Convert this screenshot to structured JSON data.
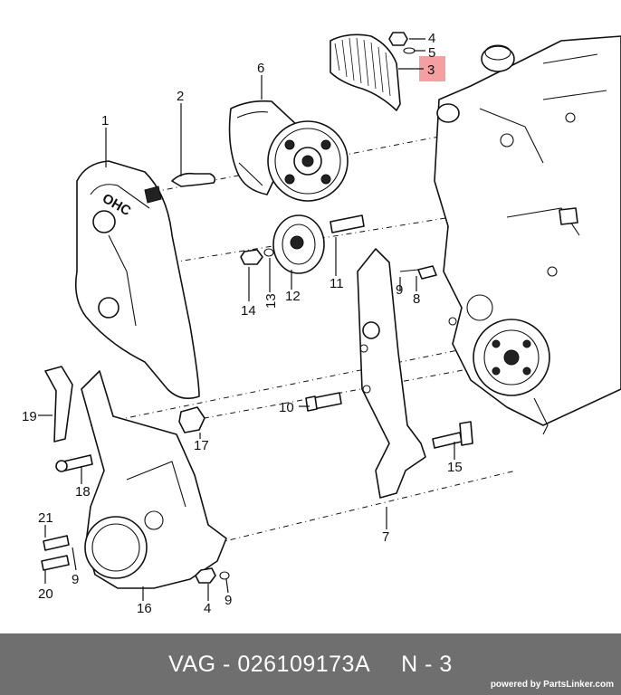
{
  "callouts": [
    {
      "id": "c1",
      "label": "1"
    },
    {
      "id": "c2",
      "label": "2"
    },
    {
      "id": "c3",
      "label": "3",
      "highlighted": true
    },
    {
      "id": "c4a",
      "label": "4"
    },
    {
      "id": "c5",
      "label": "5"
    },
    {
      "id": "c6",
      "label": "6"
    },
    {
      "id": "c7",
      "label": "7"
    },
    {
      "id": "c8",
      "label": "8"
    },
    {
      "id": "c9a",
      "label": "9"
    },
    {
      "id": "c9b",
      "label": "9"
    },
    {
      "id": "c9c",
      "label": "9"
    },
    {
      "id": "c10",
      "label": "10"
    },
    {
      "id": "c11",
      "label": "11"
    },
    {
      "id": "c12",
      "label": "12"
    },
    {
      "id": "c13",
      "label": "13"
    },
    {
      "id": "c14",
      "label": "14"
    },
    {
      "id": "c15",
      "label": "15"
    },
    {
      "id": "c16",
      "label": "16"
    },
    {
      "id": "c17",
      "label": "17"
    },
    {
      "id": "c18",
      "label": "18"
    },
    {
      "id": "c19",
      "label": "19"
    },
    {
      "id": "c20",
      "label": "20"
    },
    {
      "id": "c21",
      "label": "21"
    },
    {
      "id": "c4b",
      "label": "4"
    }
  ],
  "cover_embossing": "OHC",
  "highlight_color": "#f4a0a0",
  "footer": {
    "reference": "VAG - 026109173A",
    "position": "N - 3",
    "powered_by": "powered by PartsLinker.com"
  }
}
